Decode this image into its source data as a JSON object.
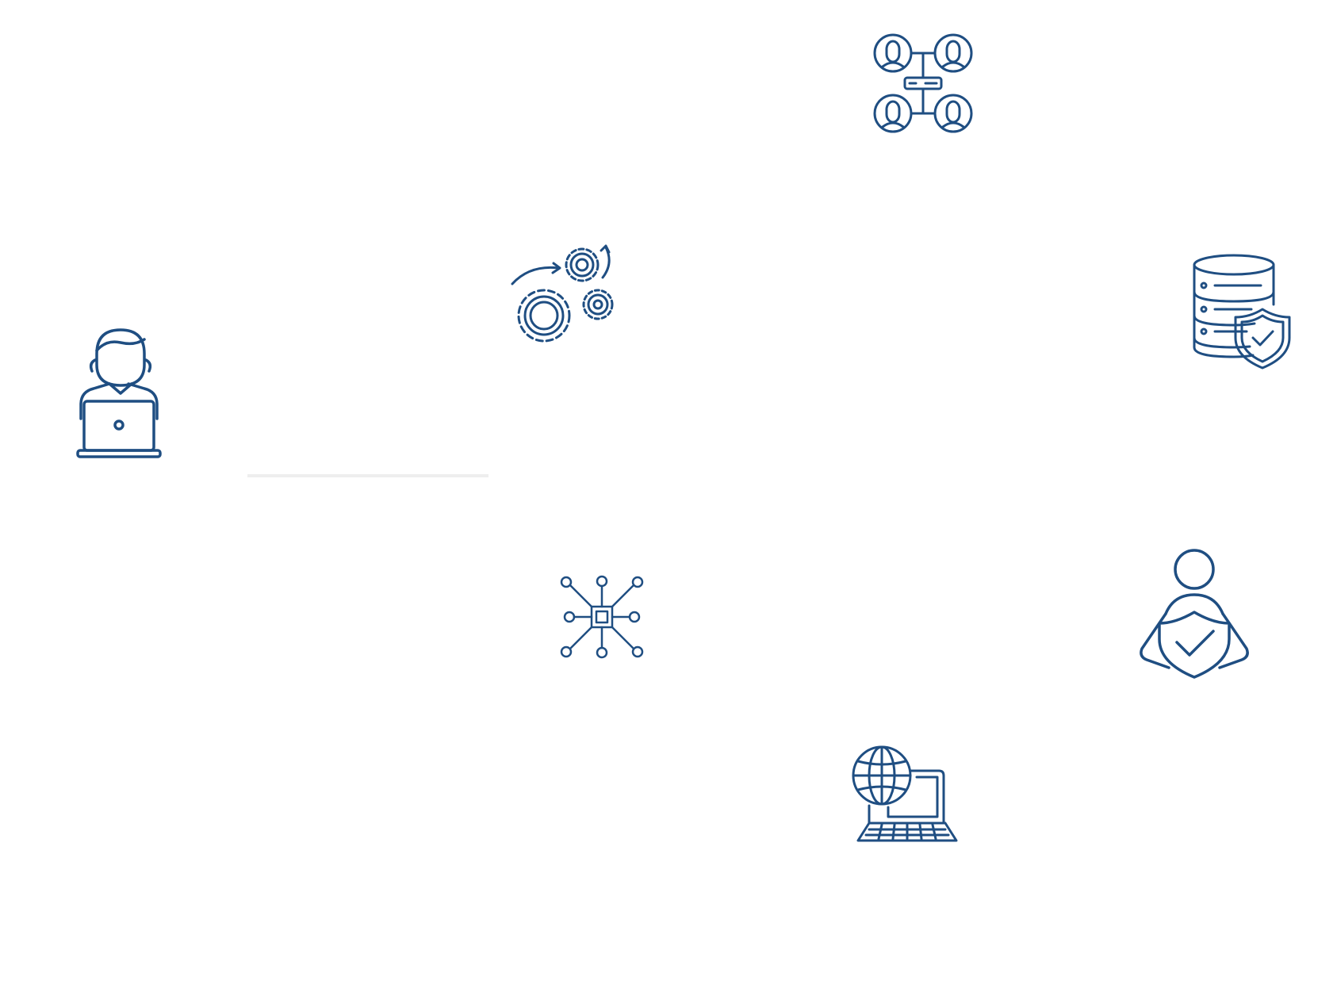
{
  "theme": {
    "icon_color": "#1f4e82",
    "background": "#ffffff",
    "divider_color": "#eeeeee"
  },
  "icons": [
    {
      "id": "icon-network",
      "semantic": "team-network-icon"
    },
    {
      "id": "icon-gears",
      "semantic": "gears-process-icon"
    },
    {
      "id": "icon-laptop-user",
      "semantic": "user-laptop-icon"
    },
    {
      "id": "icon-db-shield",
      "semantic": "database-shield-icon"
    },
    {
      "id": "icon-circuit",
      "semantic": "chip-circuit-icon"
    },
    {
      "id": "icon-person-shield",
      "semantic": "person-shield-icon"
    },
    {
      "id": "icon-globe-laptop",
      "semantic": "globe-laptop-icon"
    }
  ]
}
